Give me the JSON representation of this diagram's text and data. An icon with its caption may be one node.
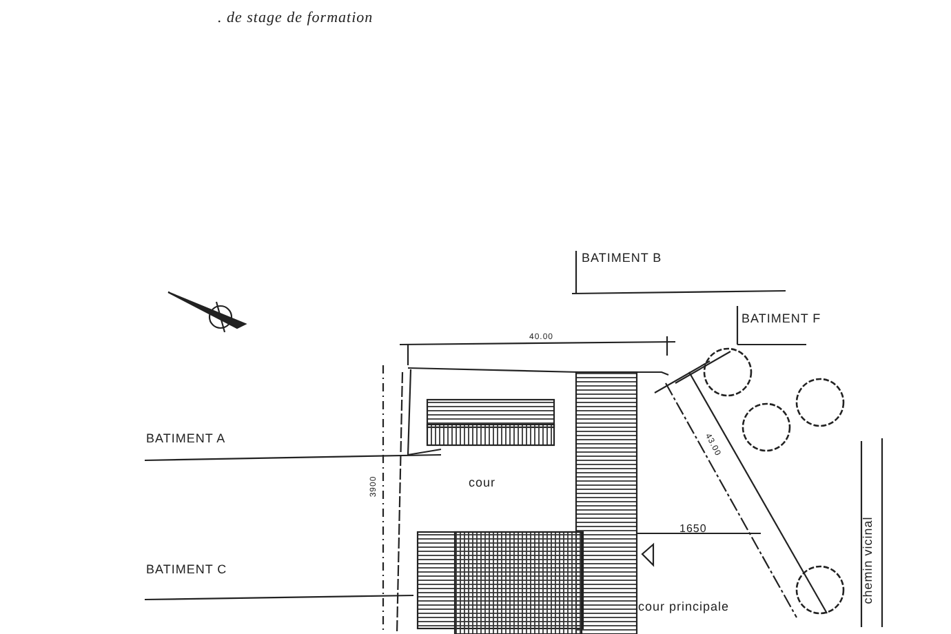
{
  "diagram": {
    "labels": [
      ". de stage de formation",
      "BATIMENT B",
      "BATIMENT F",
      "40.00",
      "BATIMENT A",
      "3900",
      "cour",
      "43.00",
      "1650",
      "BATIMENT C",
      "cour principale",
      "chemin vicinal"
    ]
  }
}
